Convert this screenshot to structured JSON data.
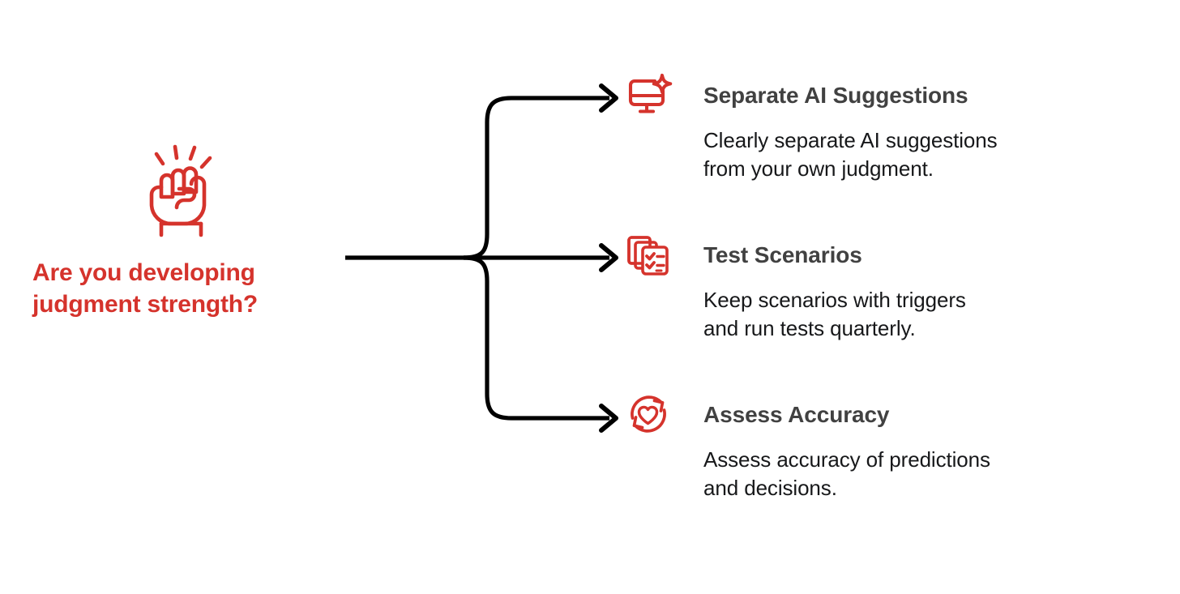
{
  "colors": {
    "accent_red": "#d5332c",
    "heading_gray": "#414141",
    "body_black": "#17181a",
    "connector_black": "#000000",
    "background": "#ffffff"
  },
  "question": {
    "icon": "raised-fist-icon",
    "text": "Are you developing\njudgment strength?"
  },
  "connector": {
    "name": "branching-arrow-connector",
    "arrow_count": 3
  },
  "branches": [
    {
      "icon": "monitor-sparkle-icon",
      "title": "Separate AI Suggestions",
      "description": "Clearly separate AI suggestions\nfrom your own judgment."
    },
    {
      "icon": "stacked-checklist-documents-icon",
      "title": "Test Scenarios",
      "description": "Keep scenarios with triggers\nand run tests quarterly."
    },
    {
      "icon": "heart-refresh-cycle-icon",
      "title": "Assess Accuracy",
      "description": "Assess accuracy of predictions\nand decisions."
    }
  ]
}
